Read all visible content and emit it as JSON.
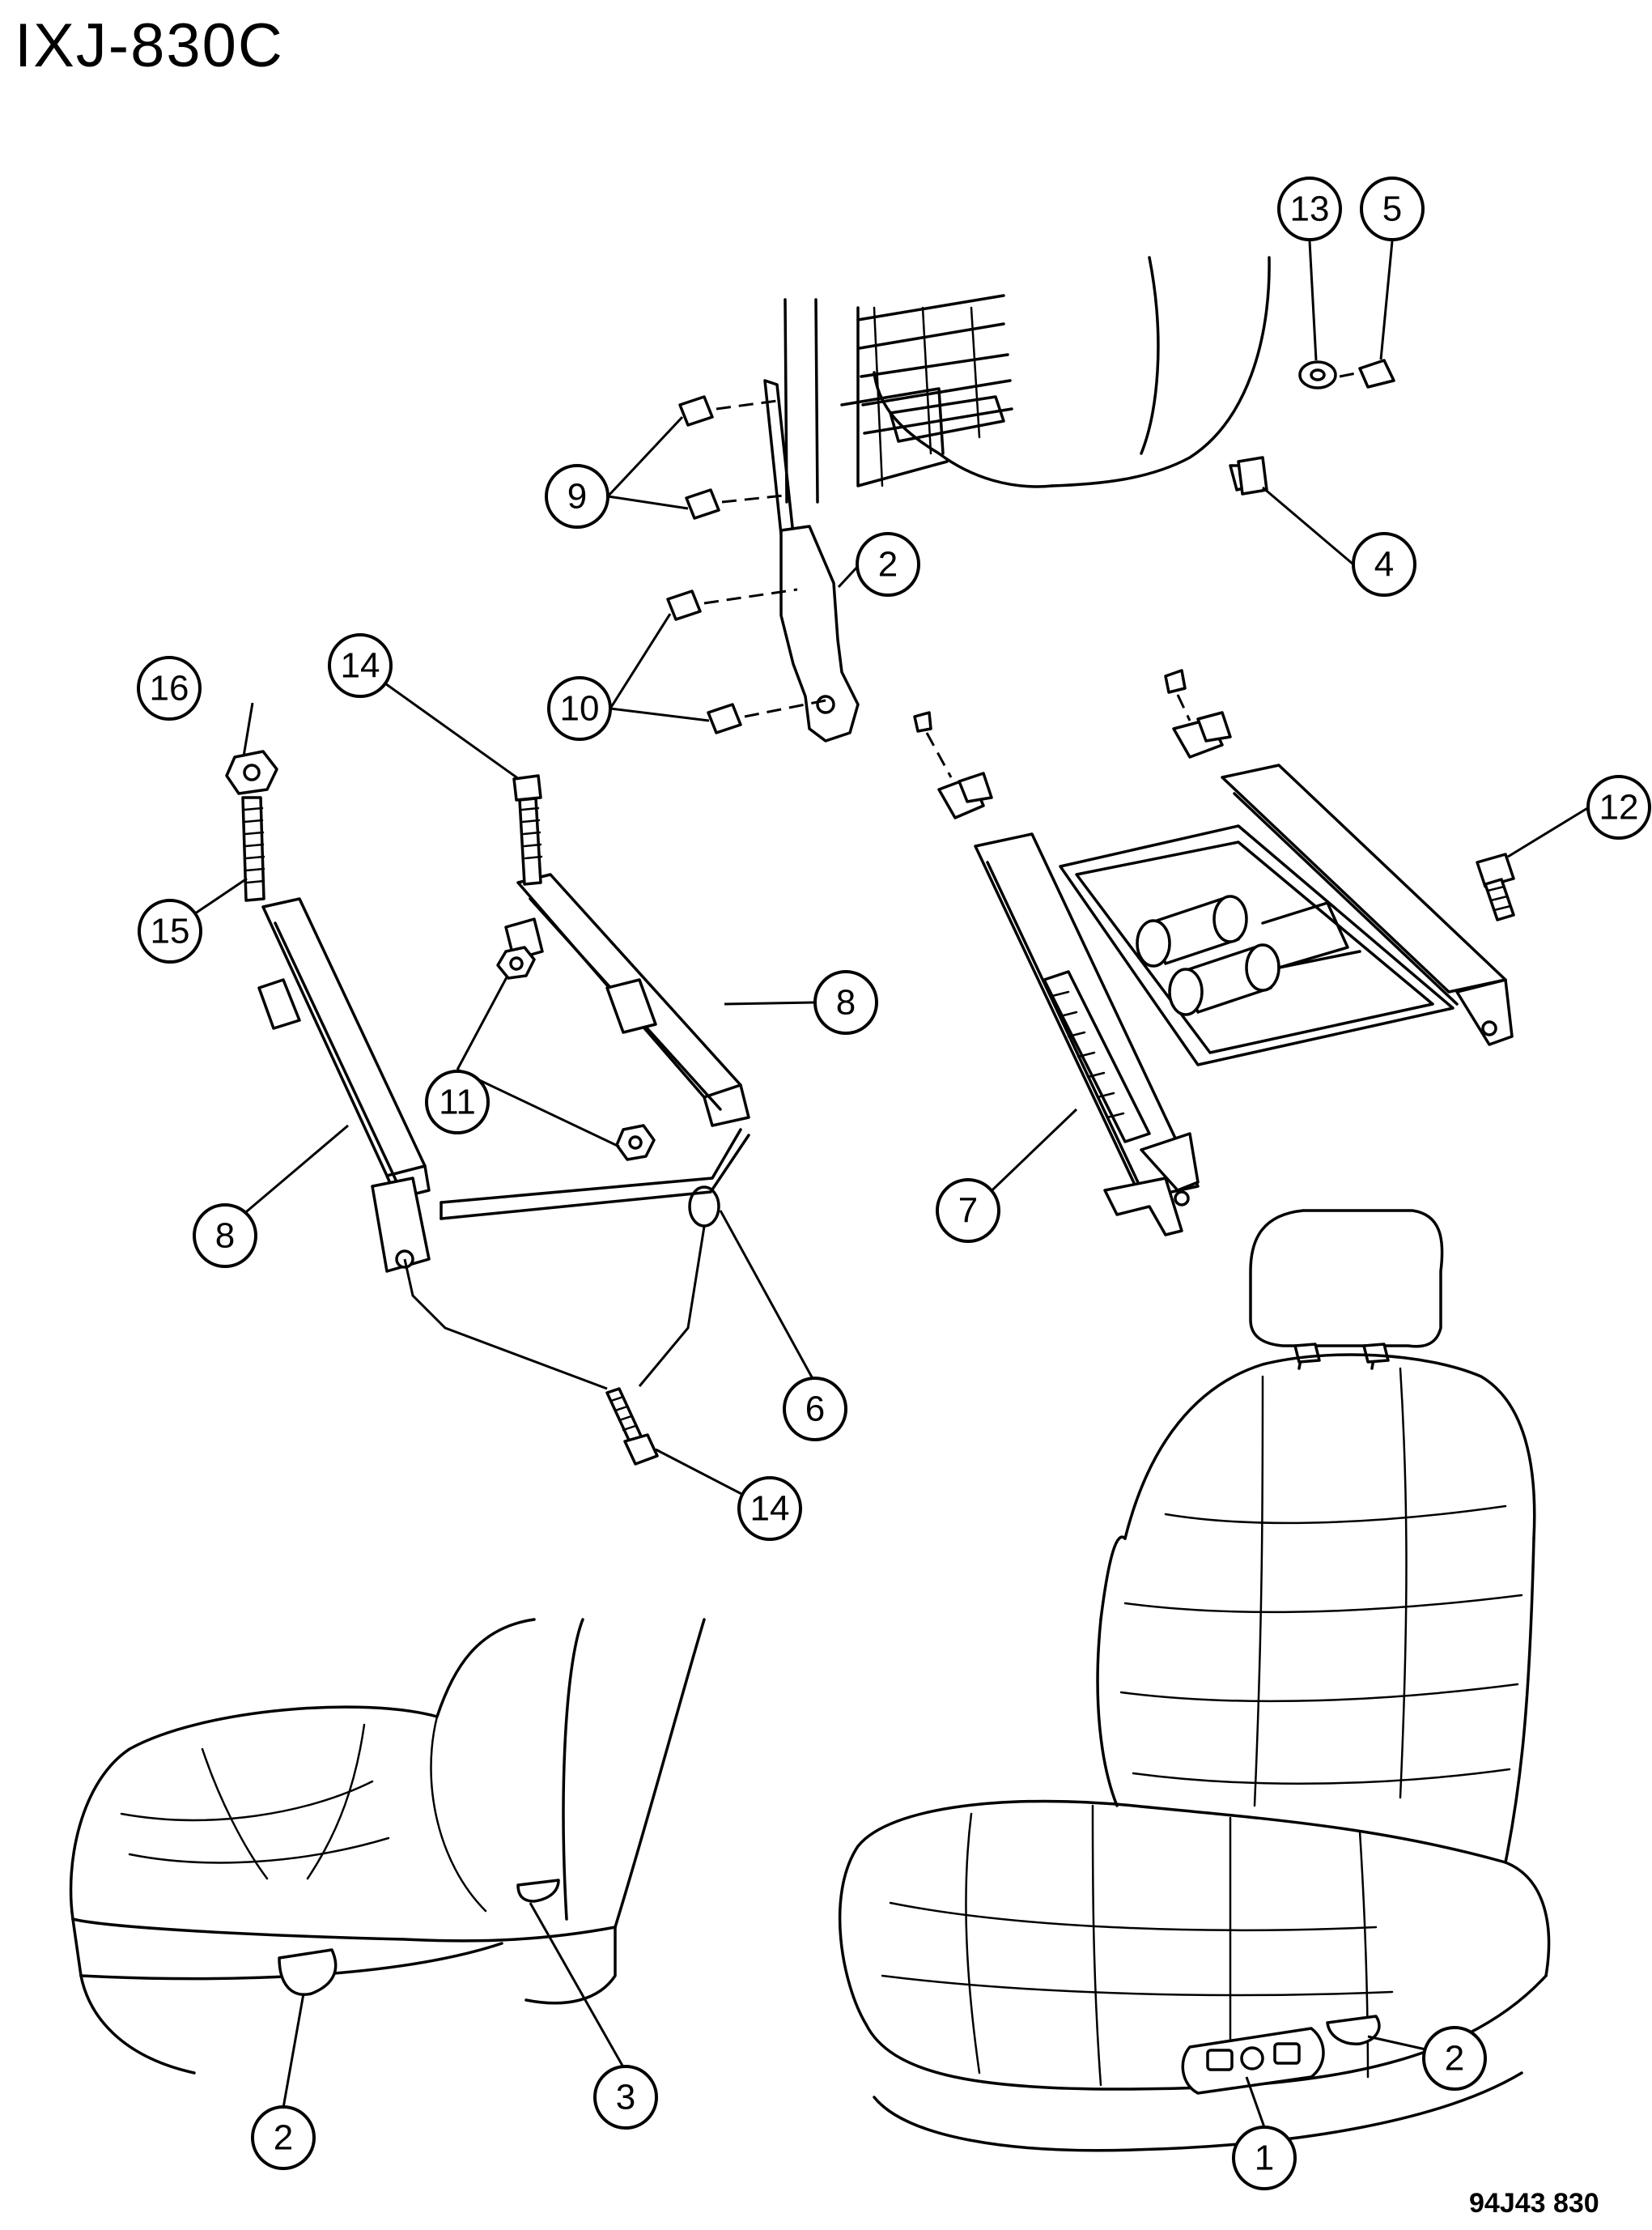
{
  "header": {
    "title": "IXJ-830C"
  },
  "footer": {
    "code": "94J43 830"
  },
  "callouts": [
    "13",
    "5",
    "9",
    "2",
    "4",
    "10",
    "16",
    "14",
    "12",
    "15",
    "8",
    "11",
    "8",
    "7",
    "6",
    "14",
    "2",
    "3",
    "1",
    "2"
  ]
}
